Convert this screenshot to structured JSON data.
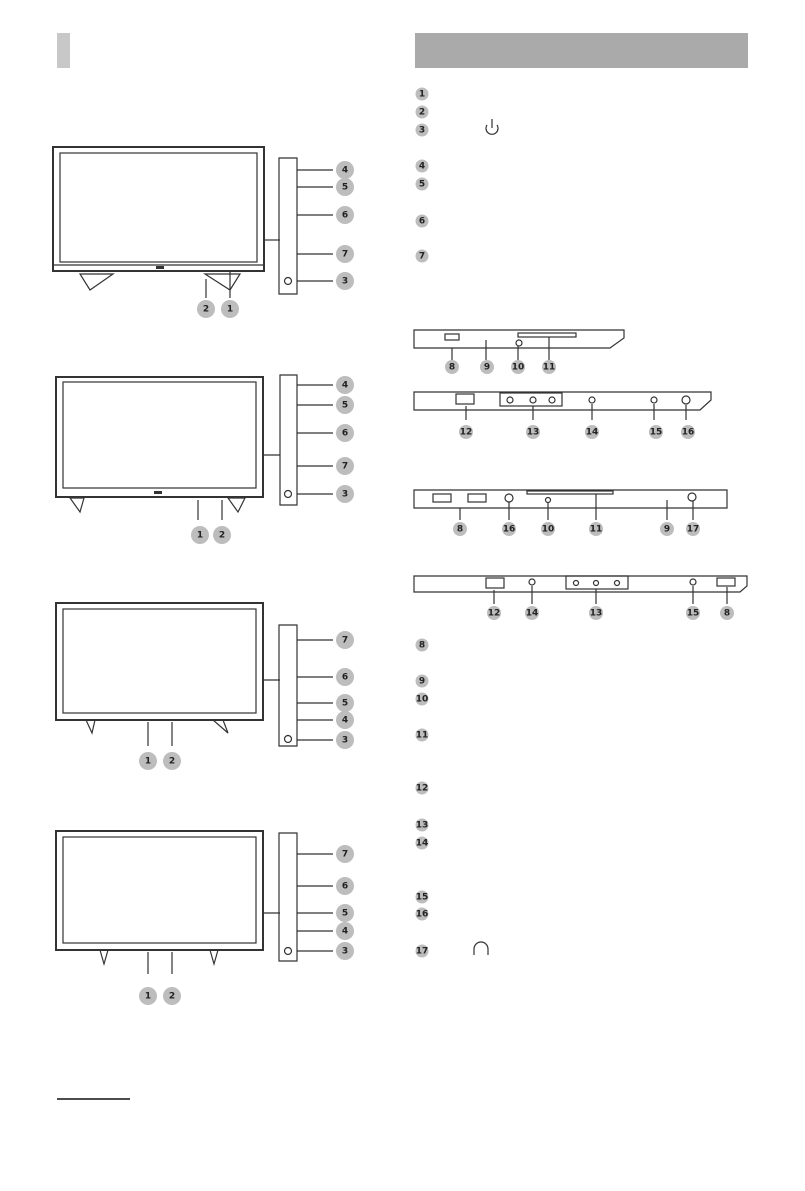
{
  "labels": {
    "tv1": {
      "side": [
        "4",
        "5",
        "6",
        "7",
        "3"
      ],
      "bottom": [
        "2",
        "1"
      ]
    },
    "tv2": {
      "side": [
        "4",
        "5",
        "6",
        "7",
        "3"
      ],
      "bottom": [
        "1",
        "2"
      ]
    },
    "tv3": {
      "side": [
        "7",
        "6",
        "5",
        "4",
        "3"
      ],
      "bottom": [
        "1",
        "2"
      ]
    },
    "tv4": {
      "side": [
        "7",
        "6",
        "5",
        "4",
        "3"
      ],
      "bottom": [
        "1",
        "2"
      ]
    }
  },
  "legend_top": [
    "1",
    "2",
    "3",
    "4",
    "5",
    "6",
    "7"
  ],
  "legend_bottom": [
    "8",
    "9",
    "10",
    "11",
    "12",
    "13",
    "14",
    "15",
    "16",
    "17"
  ],
  "panel1": [
    "8",
    "9",
    "10",
    "11"
  ],
  "panel2": [
    "12",
    "13",
    "14",
    "15",
    "16"
  ],
  "panel3": [
    "8",
    "16",
    "10",
    "11",
    "9",
    "17"
  ],
  "panel4": [
    "12",
    "14",
    "13",
    "15",
    "8"
  ],
  "icons": {
    "power": "power-icon",
    "headphone": "headphone-icon",
    "usb": "usb-icon"
  }
}
